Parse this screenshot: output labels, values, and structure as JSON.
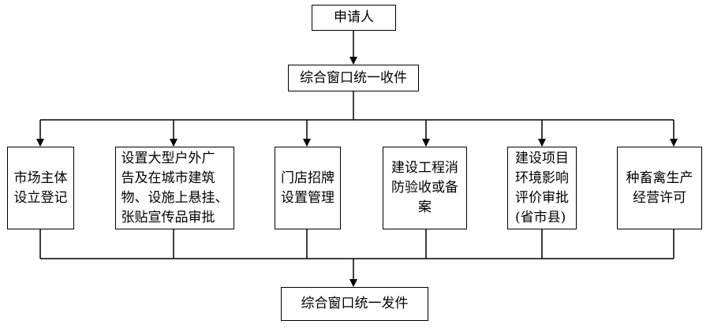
{
  "diagram": {
    "applicant": "申请人",
    "intake": "综合窗口统一收件",
    "branches": [
      {
        "key": "b1",
        "text": "市场主体\n设立登记"
      },
      {
        "key": "b2",
        "text": "设置大型户外广\n告及在城市建筑\n物、设施上悬挂、\n张贴宣传品审批"
      },
      {
        "key": "b3",
        "text": "门店招牌\n设置管理"
      },
      {
        "key": "b4",
        "text": "建设工程消\n防验收或备\n案"
      },
      {
        "key": "b5",
        "text": "建设项目\n环境影响\n评价审批\n(省市县)"
      },
      {
        "key": "b6",
        "text": "种畜禽生产\n经营许可"
      }
    ],
    "issue": "综合窗口统一发件",
    "colors": {
      "line": "#000000",
      "box_border": "#000000",
      "background": "#ffffff"
    }
  }
}
